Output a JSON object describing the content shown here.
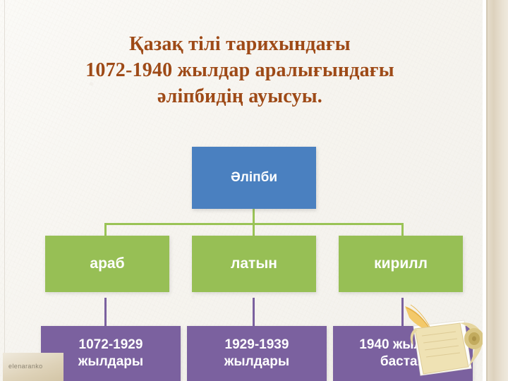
{
  "slide": {
    "title_lines": [
      "Қазақ тілі тарихындағы",
      "1072-1940 жылдар аралығындағы",
      "әліпбидің ауысуы."
    ],
    "watermark": "elenaranko"
  },
  "diagram": {
    "type": "org-chart",
    "root": {
      "label": "Әліпби",
      "color": "#4a80c0"
    },
    "level2": [
      {
        "label": "араб",
        "color": "#97bf55"
      },
      {
        "label": "латын",
        "color": "#97bf55"
      },
      {
        "label": "кирилл",
        "color": "#97bf55"
      }
    ],
    "level3": [
      {
        "line1": "1072-1929",
        "line2": "жылдары",
        "color": "#7b619f"
      },
      {
        "line1": "1929-1939",
        "line2": "жылдары",
        "color": "#7b619f"
      },
      {
        "line1": "1940 жылдан",
        "line2": "бастап",
        "color": "#7b619f"
      }
    ],
    "connector_colors": {
      "level2": "#9ac356",
      "level3": "#7b619f"
    }
  },
  "decoration": {
    "scroll_icon": "parchment-scroll-with-quill",
    "title_color": "#9e4a17",
    "border_band_color": "#ddd2bd"
  }
}
